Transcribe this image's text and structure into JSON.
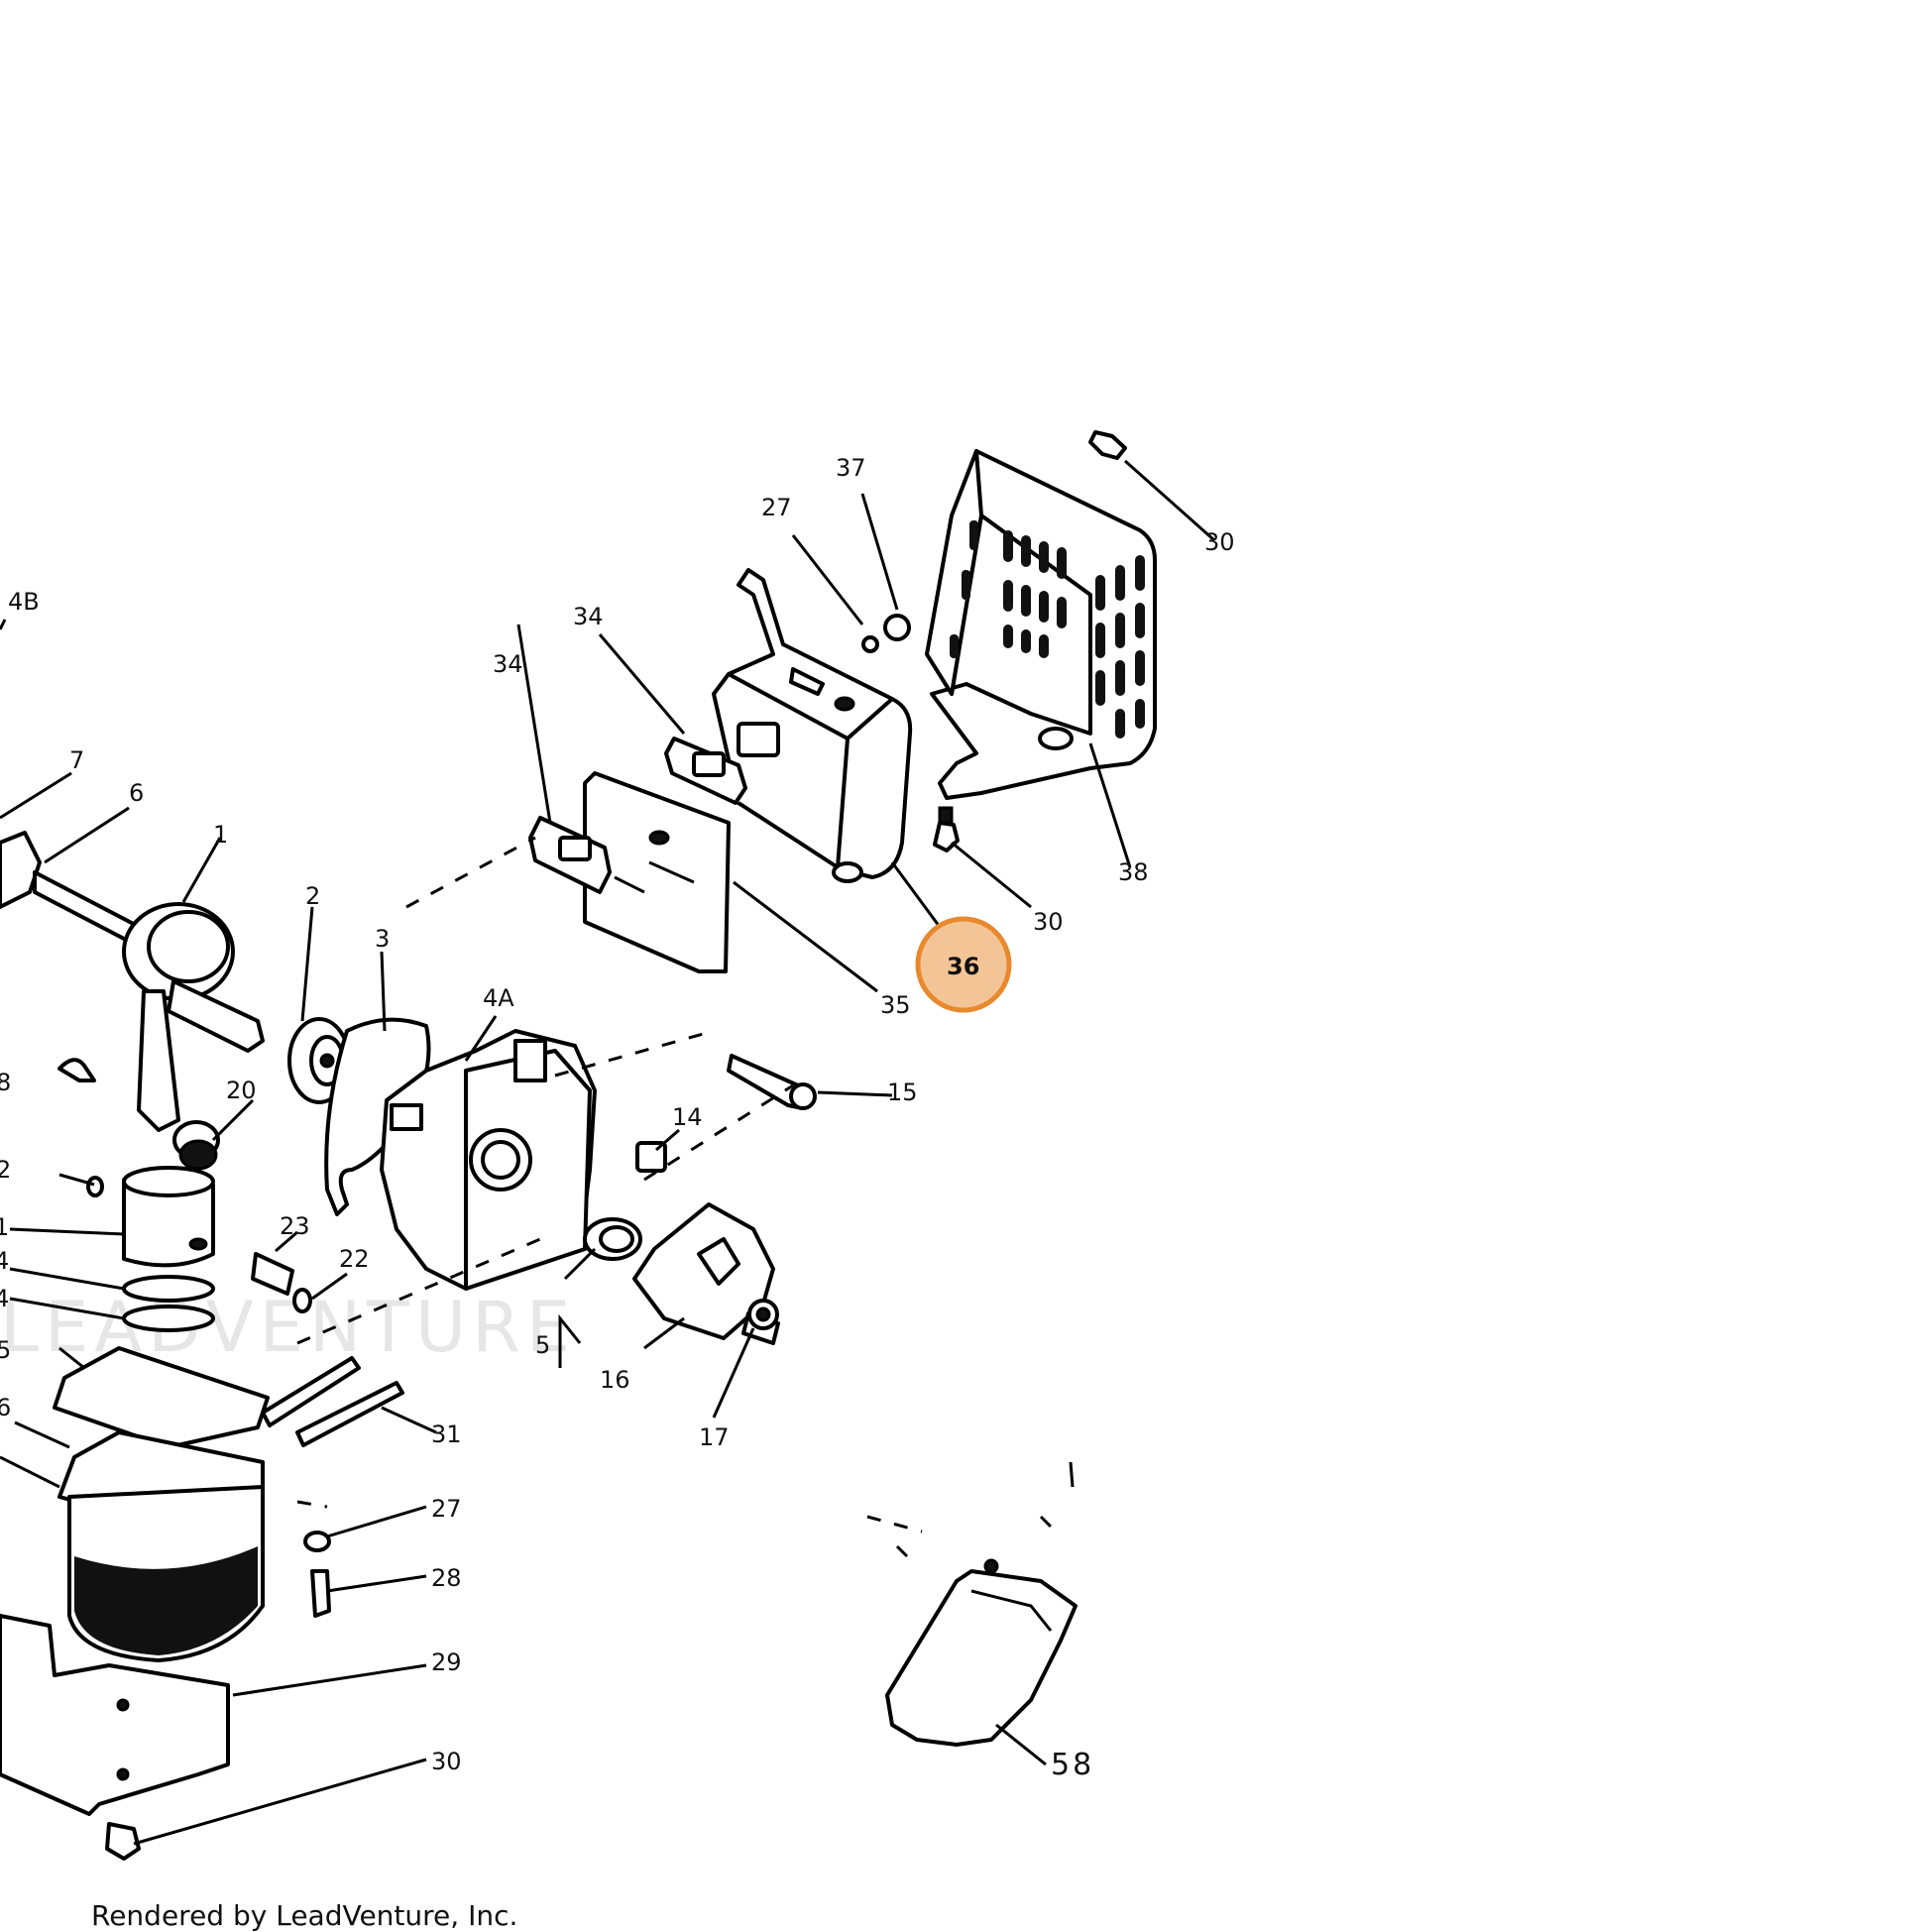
{
  "callouts": [
    {
      "id": "4B",
      "label": "4B"
    },
    {
      "id": "7",
      "label": "7"
    },
    {
      "id": "6",
      "label": "6"
    },
    {
      "id": "1",
      "label": "1"
    },
    {
      "id": "2",
      "label": "2"
    },
    {
      "id": "3",
      "label": "3"
    },
    {
      "id": "4A",
      "label": "4A"
    },
    {
      "id": "34a",
      "label": "34"
    },
    {
      "id": "34b",
      "label": "34"
    },
    {
      "id": "27a",
      "label": "27"
    },
    {
      "id": "37",
      "label": "37"
    },
    {
      "id": "30a",
      "label": "30"
    },
    {
      "id": "38",
      "label": "38"
    },
    {
      "id": "30b",
      "label": "30"
    },
    {
      "id": "36",
      "label": "36"
    },
    {
      "id": "35",
      "label": "35"
    },
    {
      "id": "15",
      "label": "15"
    },
    {
      "id": "14",
      "label": "14"
    },
    {
      "id": "20",
      "label": "20"
    },
    {
      "id": "23",
      "label": "23"
    },
    {
      "id": "22",
      "label": "22"
    },
    {
      "id": "5",
      "label": "5"
    },
    {
      "id": "16",
      "label": "16"
    },
    {
      "id": "17",
      "label": "17"
    },
    {
      "id": "31",
      "label": "31"
    },
    {
      "id": "27b",
      "label": "27"
    },
    {
      "id": "28",
      "label": "28"
    },
    {
      "id": "29",
      "label": "29"
    },
    {
      "id": "30c",
      "label": "30"
    },
    {
      "id": "58",
      "label": "58"
    },
    {
      "id": "edge-8",
      "label": "8"
    },
    {
      "id": "edge-2",
      "label": "2"
    },
    {
      "id": "edge-1",
      "label": "1"
    },
    {
      "id": "edge-4a",
      "label": "4"
    },
    {
      "id": "edge-4b",
      "label": "4"
    },
    {
      "id": "edge-5",
      "label": "5"
    },
    {
      "id": "edge-6",
      "label": "6"
    }
  ],
  "highlight": {
    "label": "36",
    "color": "#e8892e",
    "fill": "#f3c596"
  },
  "watermark": "LEADVENTURE",
  "footer": "Rendered by LeadVenture, Inc."
}
